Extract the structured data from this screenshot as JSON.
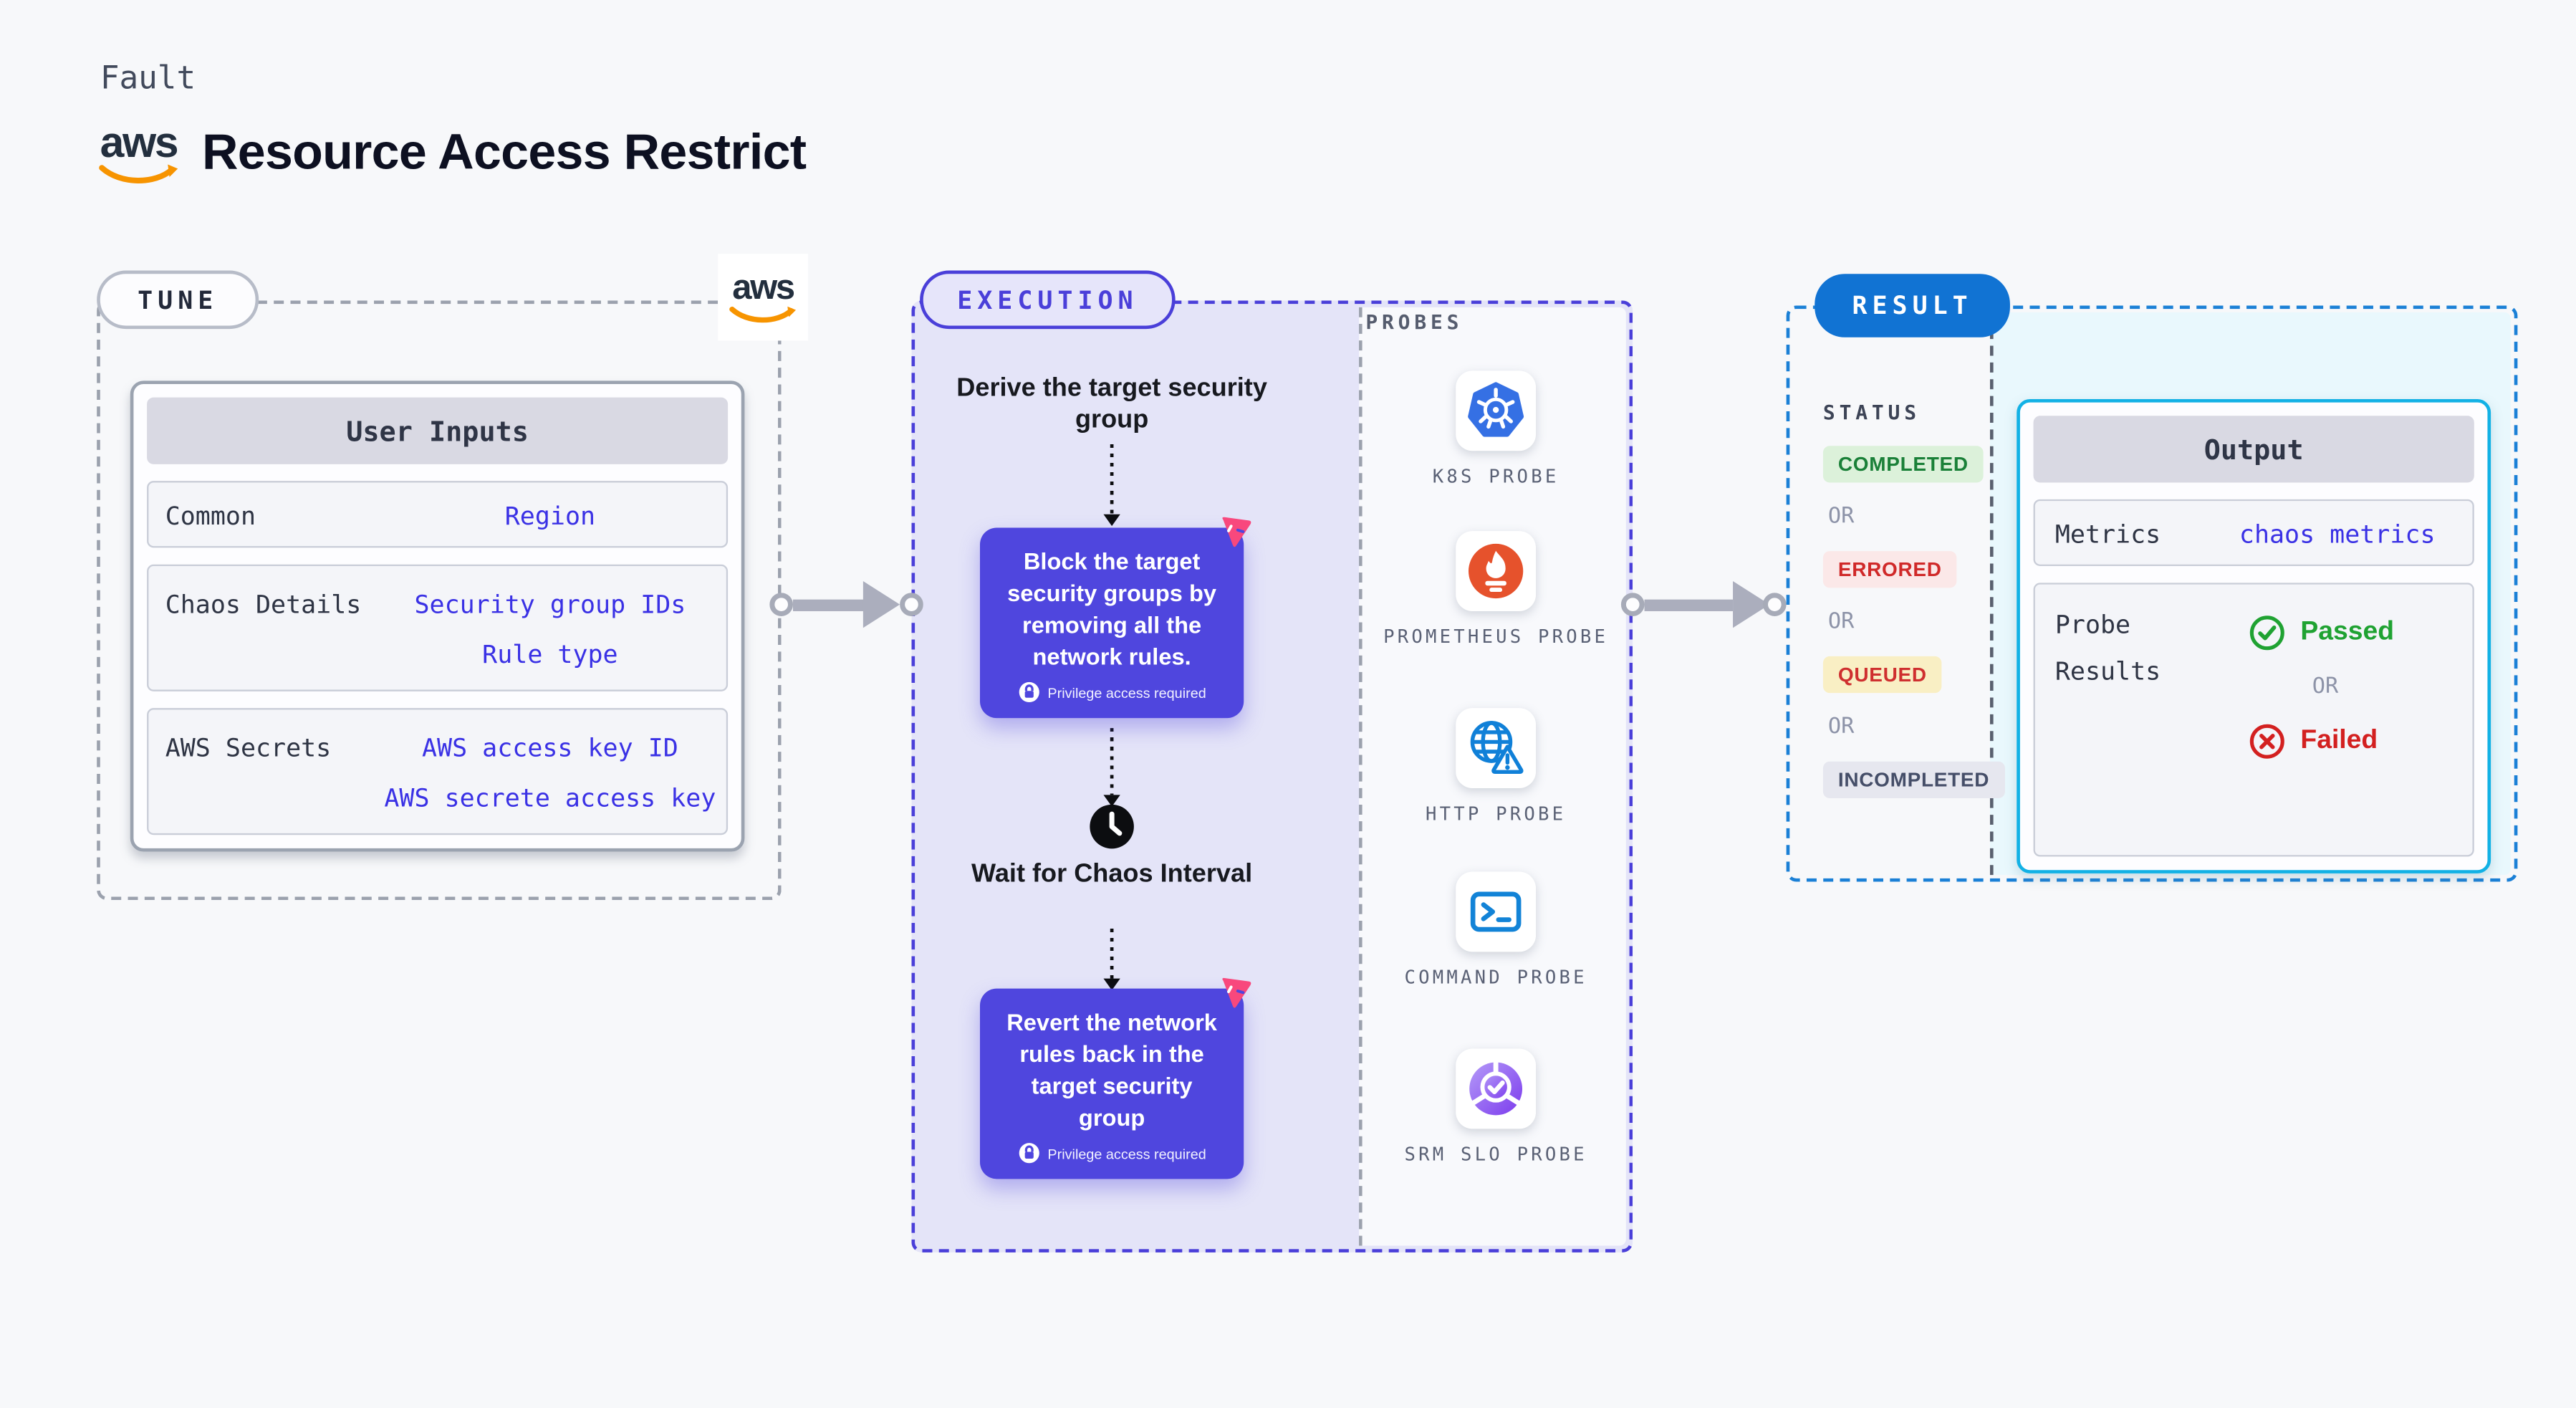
{
  "page": {
    "kicker": "Fault",
    "title": "Resource Access Restrict",
    "background": "#f7f8fa"
  },
  "aws": {
    "text": "aws",
    "wordmark_color": "#232f3e",
    "swoosh_color": "#f79400"
  },
  "tune": {
    "label": "TUNE",
    "card_title": "User Inputs",
    "rows": [
      {
        "label": "Common",
        "values": [
          "Region"
        ]
      },
      {
        "label": "Chaos Details",
        "values": [
          "Security group IDs",
          "Rule type"
        ]
      },
      {
        "label": "AWS Secrets",
        "values": [
          "AWS access key ID",
          "AWS secrete access key"
        ]
      }
    ],
    "value_color": "#3a31e5"
  },
  "execution": {
    "label": "EXECUTION",
    "accent": "#4a3fd9",
    "panel_fill": "#e4e4f8",
    "card_color": "#4f46de",
    "derive_step": "Derive the target security group",
    "fault_card_1": "Block the target security groups by removing all the network rules.",
    "wait_step": "Wait for Chaos Interval",
    "fault_card_2": "Revert the network rules back in the target security group",
    "privilege_note": "Privilege access required"
  },
  "probes": {
    "label": "PROBES",
    "items": [
      {
        "name": "K8S PROBE",
        "icon": "kubernetes-icon"
      },
      {
        "name": "PROMETHEUS PROBE",
        "icon": "prometheus-icon"
      },
      {
        "name": "HTTP PROBE",
        "icon": "http-globe-alert-icon"
      },
      {
        "name": "COMMAND PROBE",
        "icon": "terminal-icon"
      },
      {
        "name": "SRM SLO PROBE",
        "icon": "slo-donut-check-icon"
      }
    ]
  },
  "result": {
    "label": "RESULT",
    "accent": "#1b80d6",
    "pill_color": "#1173d3",
    "panel_fill": "#e9f8fd",
    "status_label": "STATUS",
    "or_label": "OR",
    "statuses": [
      {
        "text": "COMPLETED",
        "color": "#1a8038",
        "background": "#dcf1da"
      },
      {
        "text": "ERRORED",
        "color": "#d02929",
        "background": "#fbe8e8"
      },
      {
        "text": "QUEUED",
        "color": "#cf2f2f",
        "background": "#f9efc4"
      },
      {
        "text": "INCOMPLETED",
        "color": "#454e68",
        "background": "#e6e7ef"
      }
    ],
    "output": {
      "title": "Output",
      "metrics_label": "Metrics",
      "metrics_value": "chaos metrics",
      "probe_results_label": "Probe Results",
      "passed_label": "Passed",
      "failed_label": "Failed",
      "passed_color": "#1fa232",
      "failed_color": "#d32020",
      "value_color": "#3a31e5",
      "border_color": "#12b1e5"
    }
  }
}
